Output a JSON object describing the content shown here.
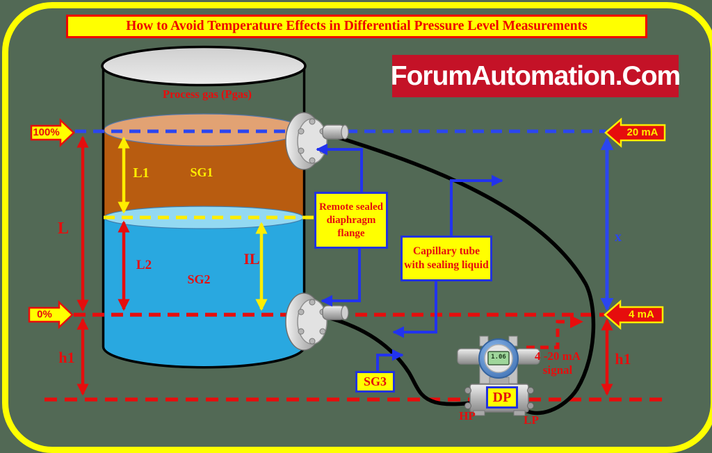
{
  "title": {
    "text": "How to Avoid Temperature Effects in Differential Pressure Level Measurements"
  },
  "brand": {
    "text": "ForumAutomation.Com"
  },
  "tank": {
    "gas_label": "Process gas (Pgas)",
    "upper_layer_label": "SG1",
    "lower_layer_label": "SG2"
  },
  "level_markers": {
    "top_percent": "100%",
    "bottom_percent": "0%",
    "top_current": "20 mA",
    "bottom_current": "4 mA"
  },
  "measurements": {
    "overall_span": "L",
    "upper_layer_height": "L1",
    "lower_layer_height": "L2",
    "interface_level": "IL",
    "suppression_left": "h1",
    "suppression_right": "h1",
    "output_span": "x"
  },
  "callouts": {
    "remote_flange": "Remote sealed diaphragm flange",
    "capillary": "Capillary tube with sealing liquid",
    "seal_liquid_sg": "SG3",
    "signal_line1": "4 -20 mA",
    "signal_line2": "signal"
  },
  "transmitter": {
    "label": "DP",
    "high_port": "HP",
    "low_port": "LP",
    "lcd_value": "1.06"
  },
  "colors": {
    "background": "#526955",
    "frame": "#ffff00",
    "accent_red": "#e60d0d",
    "accent_blue": "#2b46f0",
    "accent_yellow": "#ffee00",
    "upper_liquid": "#b85c10",
    "upper_liquid_surface": "#e2a273",
    "lower_liquid": "#29a8e0",
    "lower_liquid_surface": "#93d9f2",
    "tank_top": "#d9d9d9",
    "brand_bg": "#c41227"
  }
}
